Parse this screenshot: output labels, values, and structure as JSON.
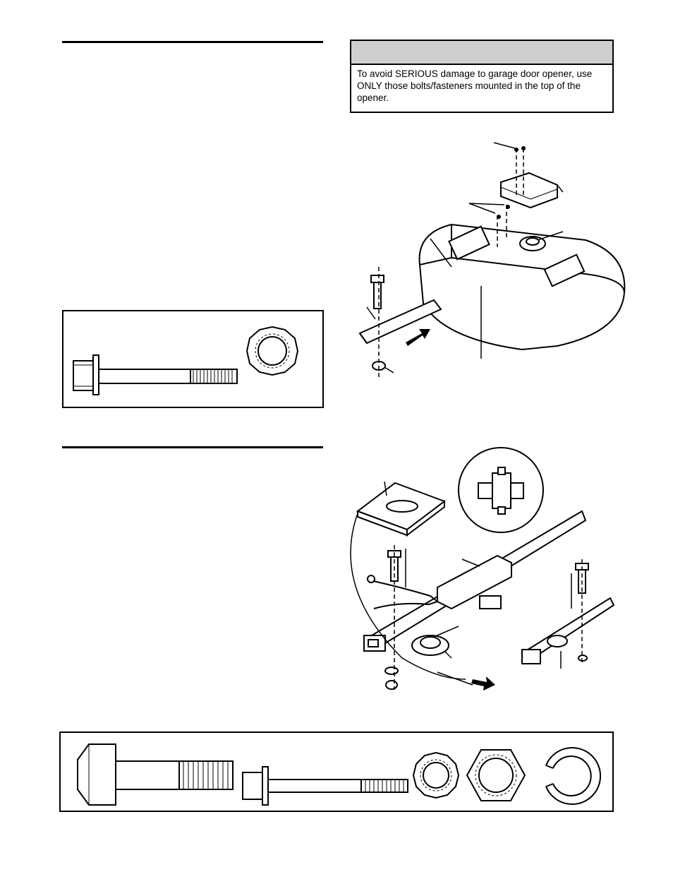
{
  "caution": {
    "text": "To avoid SERIOUS damage to garage door opener, use ONLY those bolts/fasteners mounted in the top of the opener."
  },
  "icons": {
    "hardware_small": [
      "flange-bolt-icon",
      "star-lock-washer-icon"
    ],
    "hardware_large": [
      "hex-bolt-icon",
      "flange-bolt-icon",
      "star-lock-washer-icon",
      "hex-nut-icon",
      "split-lock-washer-icon"
    ],
    "illustrations": [
      "opener-rail-attachment-illustration",
      "trolley-pulley-assembly-illustration"
    ]
  }
}
